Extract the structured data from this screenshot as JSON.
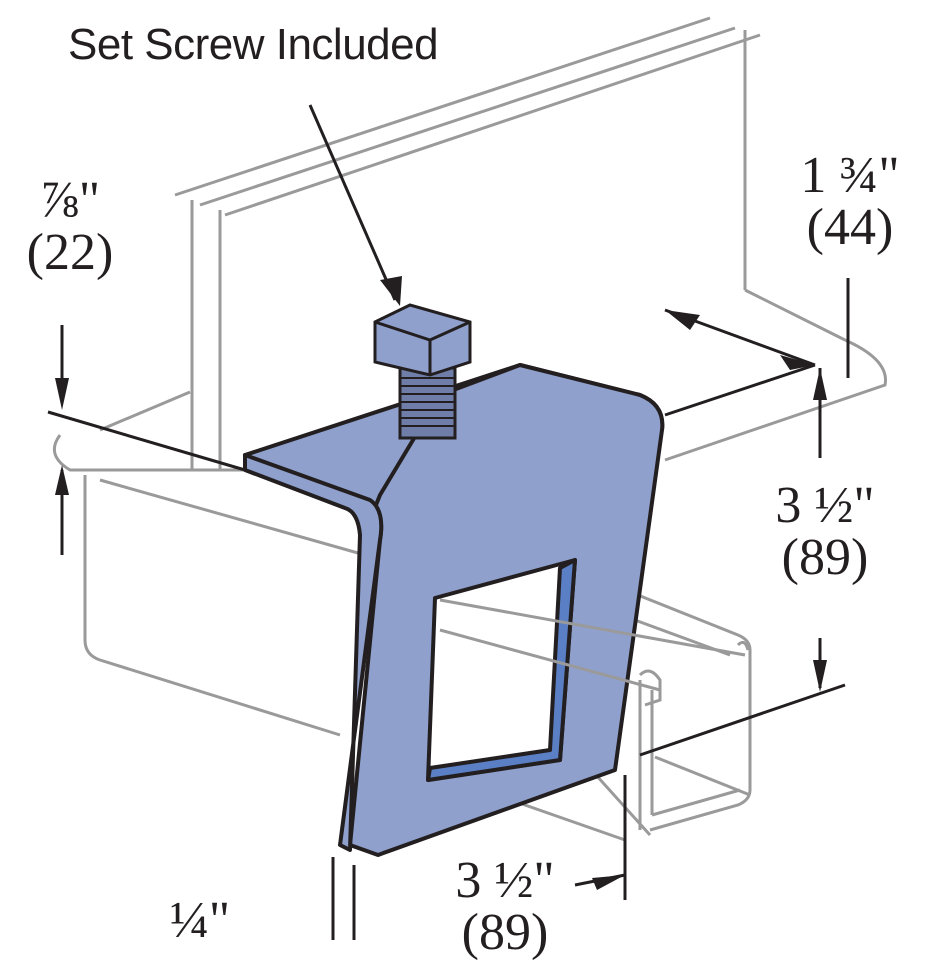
{
  "diagram": {
    "type": "product-drawing",
    "subject": "beam clamp with strut channel",
    "colors": {
      "clamp_fill": "#8fa0cc",
      "clamp_inner_edge": "#5b7fc4",
      "outline": "#231f20",
      "ghost_lines": "#9a9a9a",
      "background": "#ffffff"
    },
    "callout": {
      "text": "Set Screw Included"
    },
    "dimensions": {
      "flange_thickness": {
        "imperial": "⅞\"",
        "metric": "(22)"
      },
      "channel_width": {
        "imperial": "1 ¾\"",
        "metric": "(44)"
      },
      "clamp_height": {
        "imperial": "3 ½\"",
        "metric": "(89)"
      },
      "clamp_depth": {
        "imperial": "3 ½\"",
        "metric": "(89)"
      },
      "material_thickness": {
        "imperial": "¼\""
      }
    }
  }
}
